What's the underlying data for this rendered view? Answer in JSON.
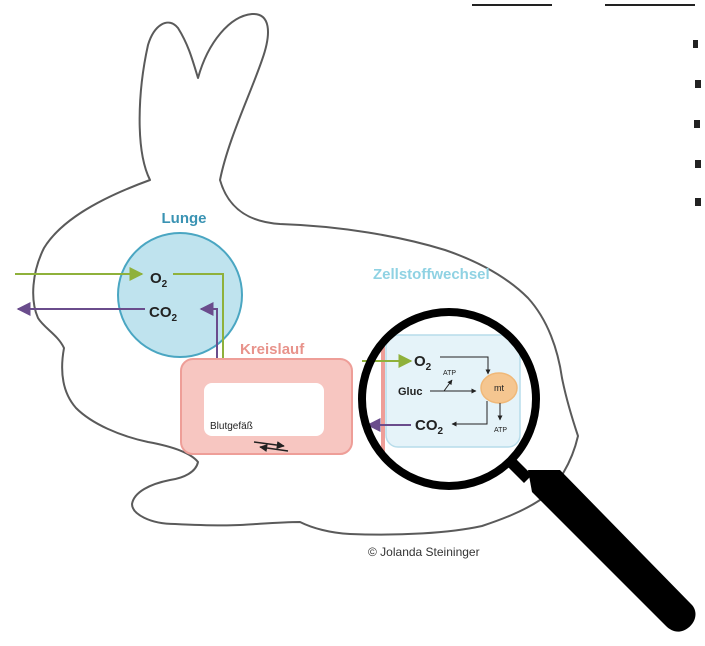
{
  "labels": {
    "lunge": "Lunge",
    "o2": "O",
    "co2": "CO",
    "sub2": "2",
    "kreislauf": "Kreislauf",
    "blutgefaess": "Blutgefäß",
    "zellstoffwechsel": "Zellstoffwechsel",
    "gluc": "Gluc",
    "atp": "ATP",
    "mt": "mt",
    "copyright": "© Jolanda Steininger"
  },
  "colors": {
    "outline": "#5a5a5a",
    "lung_fill": "#bfe3ee",
    "lung_stroke": "#4aa6c2",
    "lung_label": "#3a93b3",
    "oxygen_arrow": "#8fb13b",
    "co2_arrow": "#6a4c8c",
    "circulation_fill": "#f7c6c1",
    "circulation_stroke": "#ee9e98",
    "circulation_label": "#e8938b",
    "cell_label": "#8fd2e3",
    "cell_fill": "#e5f3f9",
    "cell_stroke": "#b7dcea",
    "mito_fill": "#f5c690",
    "magnifier": "#000000"
  },
  "icons": {
    "magnifier": "magnifying-glass-icon",
    "blood_flow": "double-arrow-icon"
  }
}
